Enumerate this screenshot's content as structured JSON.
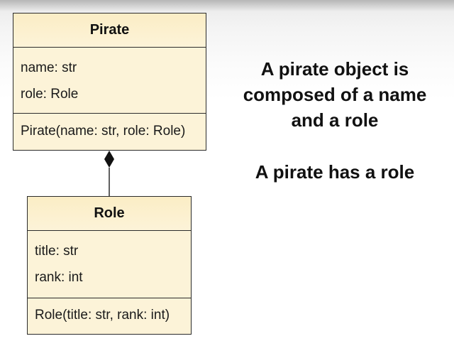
{
  "classes": {
    "pirate": {
      "name": "Pirate",
      "attributes": [
        "name: str",
        "role: Role"
      ],
      "method": "Pirate(name: str, role: Role)"
    },
    "role": {
      "name": "Role",
      "attributes": [
        "title: str",
        "rank: int"
      ],
      "method": "Role(title: str, rank: int)"
    }
  },
  "relationship": {
    "type": "composition",
    "from": "Pirate",
    "to": "Role"
  },
  "captions": {
    "composition_lines": [
      "A pirate object is",
      "composed of a name",
      "and a role"
    ],
    "has_a": "A pirate has a role"
  },
  "colors": {
    "class_fill": "#fcf3d8",
    "class_border": "#2b2b2b",
    "text": "#111111"
  }
}
